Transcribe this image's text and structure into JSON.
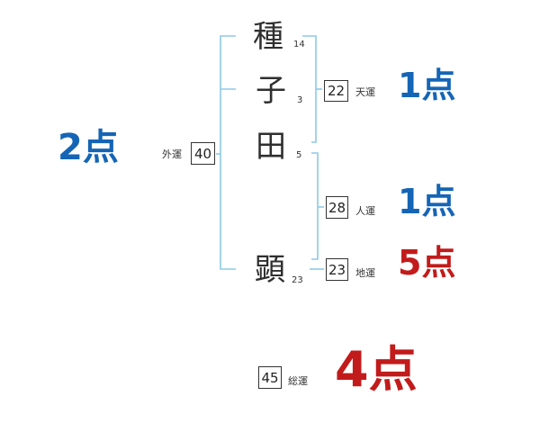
{
  "name_chars": [
    {
      "char": "種",
      "strokes": "14"
    },
    {
      "char": "子",
      "strokes": "3"
    },
    {
      "char": "田",
      "strokes": "5"
    },
    {
      "char": "顕",
      "strokes": "23"
    }
  ],
  "gaiun": {
    "value": "40",
    "label": "外運",
    "score": "2点",
    "score_color": "#1565b6"
  },
  "tenun": {
    "value": "22",
    "label": "天運",
    "score": "1点",
    "score_color": "#1565b6"
  },
  "jinun": {
    "value": "28",
    "label": "人運",
    "score": "1点",
    "score_color": "#1565b6"
  },
  "chiun": {
    "value": "23",
    "label": "地運",
    "score": "5点",
    "score_color": "#c21b1b"
  },
  "souun": {
    "value": "45",
    "label": "総運",
    "score": "4点",
    "score_color": "#c21b1b"
  },
  "colors": {
    "bracket": "#8ec9e8",
    "text": "#2f2f2f"
  }
}
